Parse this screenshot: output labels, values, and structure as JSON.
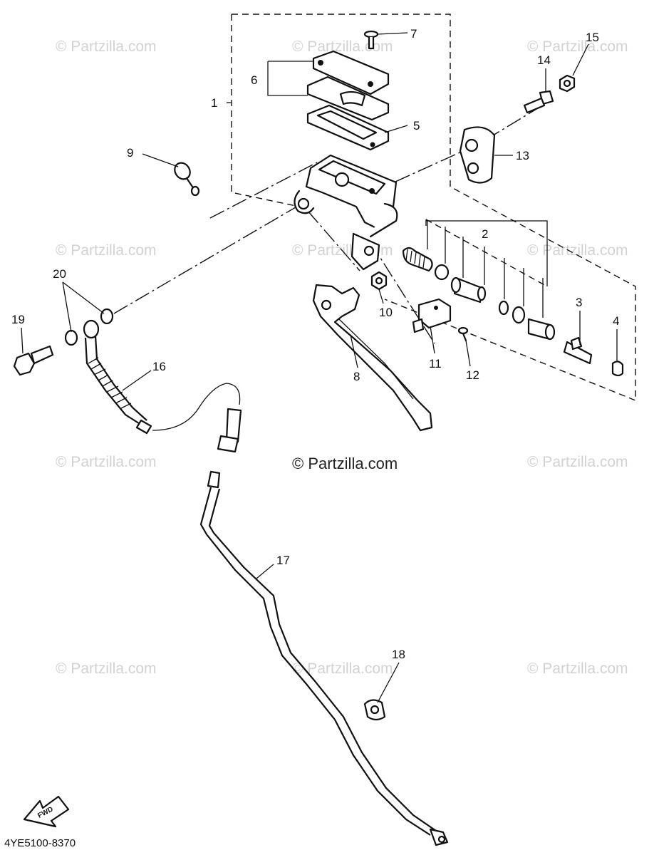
{
  "watermark": "© Partzilla.com",
  "center_watermark": "© Partzilla.com",
  "diagram_code": "4YE5100-8370",
  "fwd_label": "FWD",
  "callouts": [
    {
      "id": "1",
      "label": "1"
    },
    {
      "id": "2",
      "label": "2"
    },
    {
      "id": "3",
      "label": "3"
    },
    {
      "id": "4",
      "label": "4"
    },
    {
      "id": "5",
      "label": "5"
    },
    {
      "id": "6",
      "label": "6"
    },
    {
      "id": "7",
      "label": "7"
    },
    {
      "id": "8",
      "label": "8"
    },
    {
      "id": "9",
      "label": "9"
    },
    {
      "id": "10",
      "label": "10"
    },
    {
      "id": "11",
      "label": "11"
    },
    {
      "id": "12",
      "label": "12"
    },
    {
      "id": "13",
      "label": "13"
    },
    {
      "id": "14",
      "label": "14"
    },
    {
      "id": "15",
      "label": "15"
    },
    {
      "id": "16",
      "label": "16"
    },
    {
      "id": "17",
      "label": "17"
    },
    {
      "id": "18",
      "label": "18"
    },
    {
      "id": "19",
      "label": "19"
    },
    {
      "id": "20",
      "label": "20"
    }
  ]
}
